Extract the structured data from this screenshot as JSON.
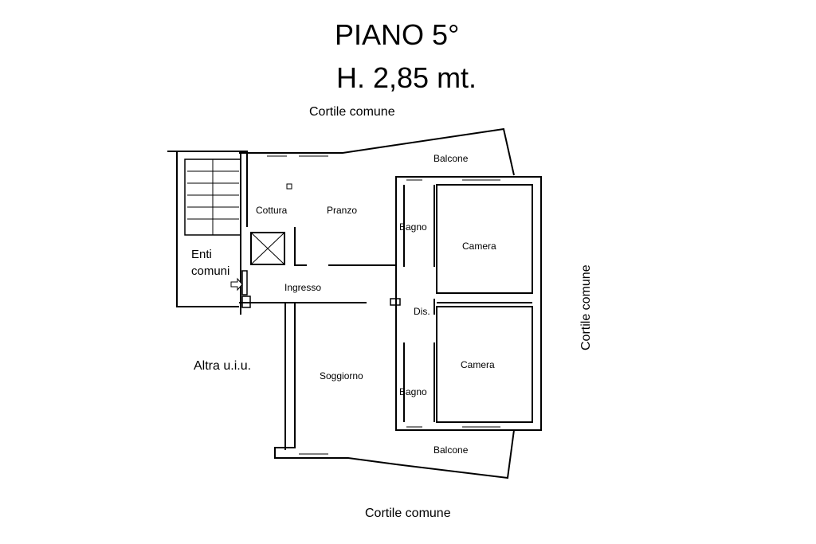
{
  "plan": {
    "title": "PIANO 5°",
    "height": "H. 2,85 mt."
  },
  "surroundings": {
    "top": "Cortile comune",
    "right": "Cortile comune",
    "bottom": "Cortile comune",
    "left": "Altra u.i.u."
  },
  "rooms": {
    "cottura": "Cottura",
    "pranzo": "Pranzo",
    "bagno_top": "Bagno",
    "camera_top": "Camera",
    "balcone_top": "Balcone",
    "ingresso": "Ingresso",
    "dis": "Dis.",
    "soggiorno": "Soggiorno",
    "bagno_bottom": "Bagno",
    "camera_bottom": "Camera",
    "balcone_bottom": "Balcone",
    "enti_line1": "Enti",
    "enti_line2": "comuni"
  },
  "colors": {
    "line": "#000000",
    "background": "#ffffff"
  }
}
